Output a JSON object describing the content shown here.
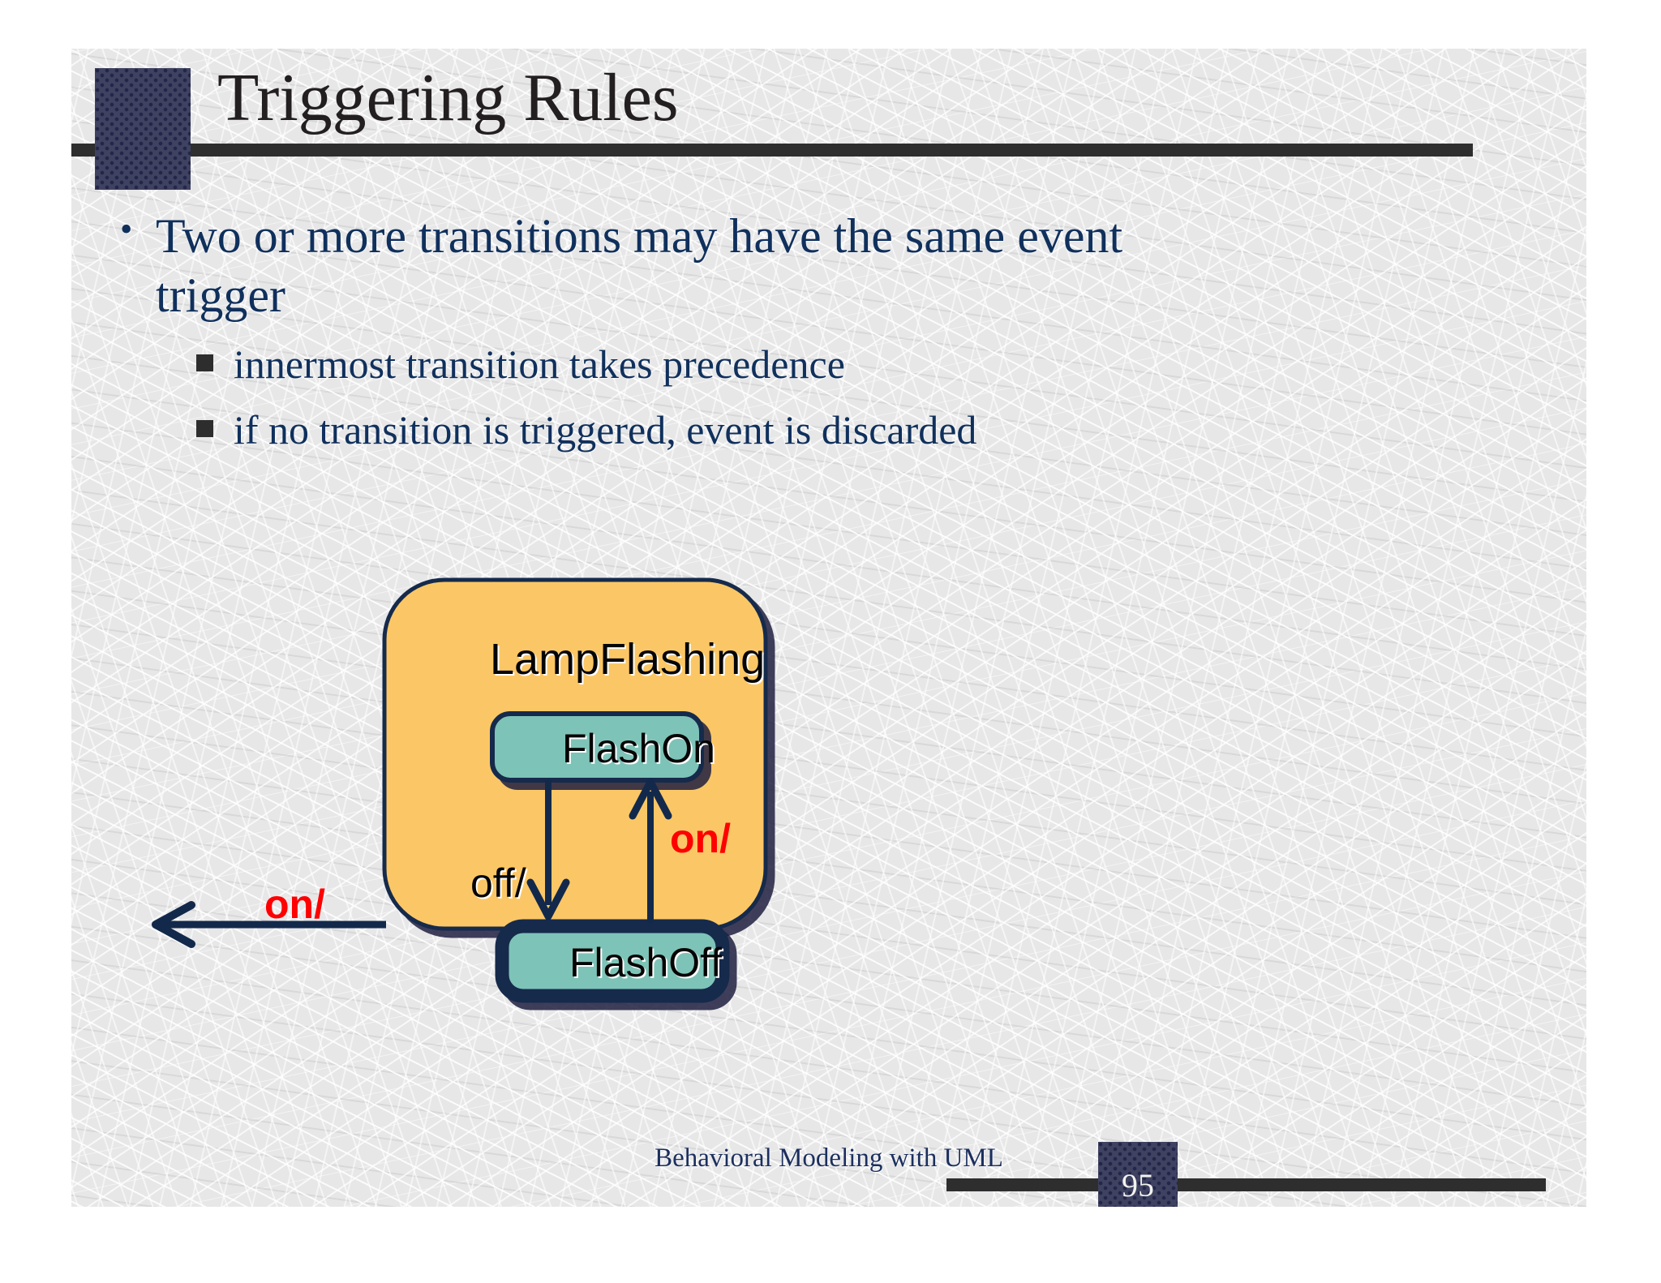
{
  "slide": {
    "title": "Triggering Rules",
    "footer": "Behavioral Modeling with UML",
    "page_number": "95",
    "bullets": [
      {
        "level": 1,
        "marker": "•",
        "text": "Two or more transitions may have the same event trigger"
      },
      {
        "level": 2,
        "marker": "square",
        "text": "innermost transition takes precedence"
      },
      {
        "level": 2,
        "marker": "square",
        "text": "if no transition is triggered, event is discarded"
      }
    ]
  },
  "diagram": {
    "type": "uml-state-machine",
    "composite_state": {
      "name": "LampFlashing",
      "fill": "#FBC766",
      "border": "#13294b"
    },
    "substates": [
      {
        "name": "FlashOn",
        "fill": "#7EC3B8",
        "border": "#13294b",
        "border_width": "thin"
      },
      {
        "name": "FlashOff",
        "fill": "#7EC3B8",
        "border": "#13294b",
        "border_width": "thick"
      }
    ],
    "transitions": [
      {
        "from": "FlashOn",
        "to": "FlashOff",
        "label": "off/",
        "label_color": "#050505"
      },
      {
        "from": "FlashOff",
        "to": "FlashOn",
        "label": "on/",
        "label_color": "#ff0000"
      },
      {
        "from": "LampFlashing",
        "to": "outside",
        "label": "on/",
        "label_color": "#ff0000"
      }
    ]
  },
  "colors": {
    "title_text": "#231f20",
    "bullet_text": "#10305c",
    "rule_bar": "#2e2e2e",
    "deco_block": "#3f4260",
    "background": "#e7e7e8",
    "accent_red": "#ff0000",
    "state_orange": "#FBC766",
    "state_teal": "#7EC3B8",
    "line_navy": "#13294b"
  }
}
